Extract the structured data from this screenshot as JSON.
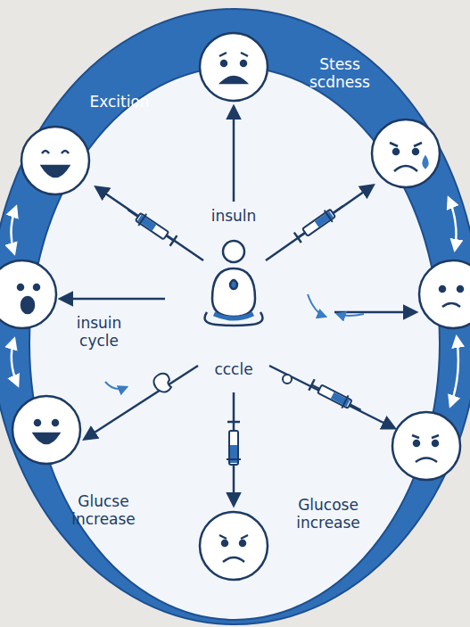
{
  "diagram": {
    "labels": [
      "Excition",
      "Stess scdness",
      "insuln",
      "insuin cycle",
      "cccle",
      "Glucse increase",
      "Glucose increase"
    ]
  }
}
